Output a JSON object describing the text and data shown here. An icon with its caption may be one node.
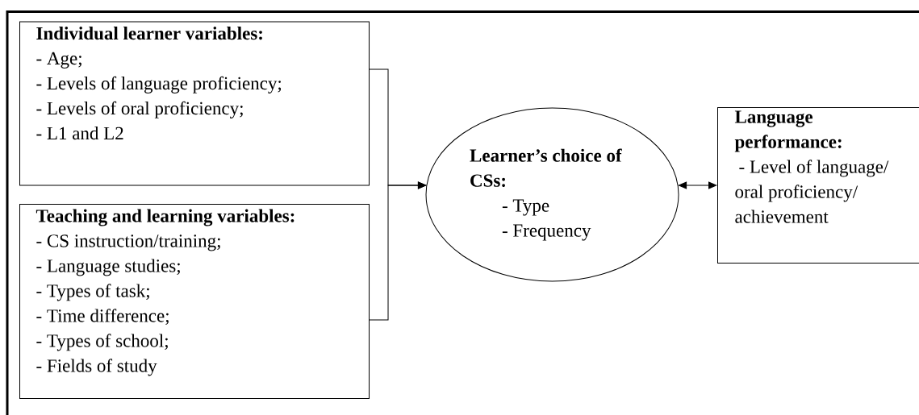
{
  "diagram": {
    "nodes": [
      {
        "text": [
          "Individual learner variables:",
          "- Age;",
          "- Levels of language proficiency;",
          "- Levels of oral proficiency;",
          "- L1 and L2"
        ]
      },
      {
        "text": [
          "Teaching and learning variables:",
          "- CS instruction/training;",
          "- Language studies;",
          "- Types of task;",
          "- Time difference;",
          "- Types of school;",
          "- Fields of study"
        ]
      },
      {
        "text": [
          "Learner’s choice of CSs:",
          "- Type",
          "- Frequency"
        ]
      },
      {
        "text": [
          "Language performance:",
          "- Level of language/ oral proficiency/ achievement"
        ]
      }
    ],
    "edges": [
      {
        "from": 0,
        "to": 2,
        "arrow": "to"
      },
      {
        "from": 1,
        "to": 2,
        "arrow": "to"
      },
      {
        "from": 2,
        "to": 3,
        "arrow": "both"
      }
    ]
  }
}
